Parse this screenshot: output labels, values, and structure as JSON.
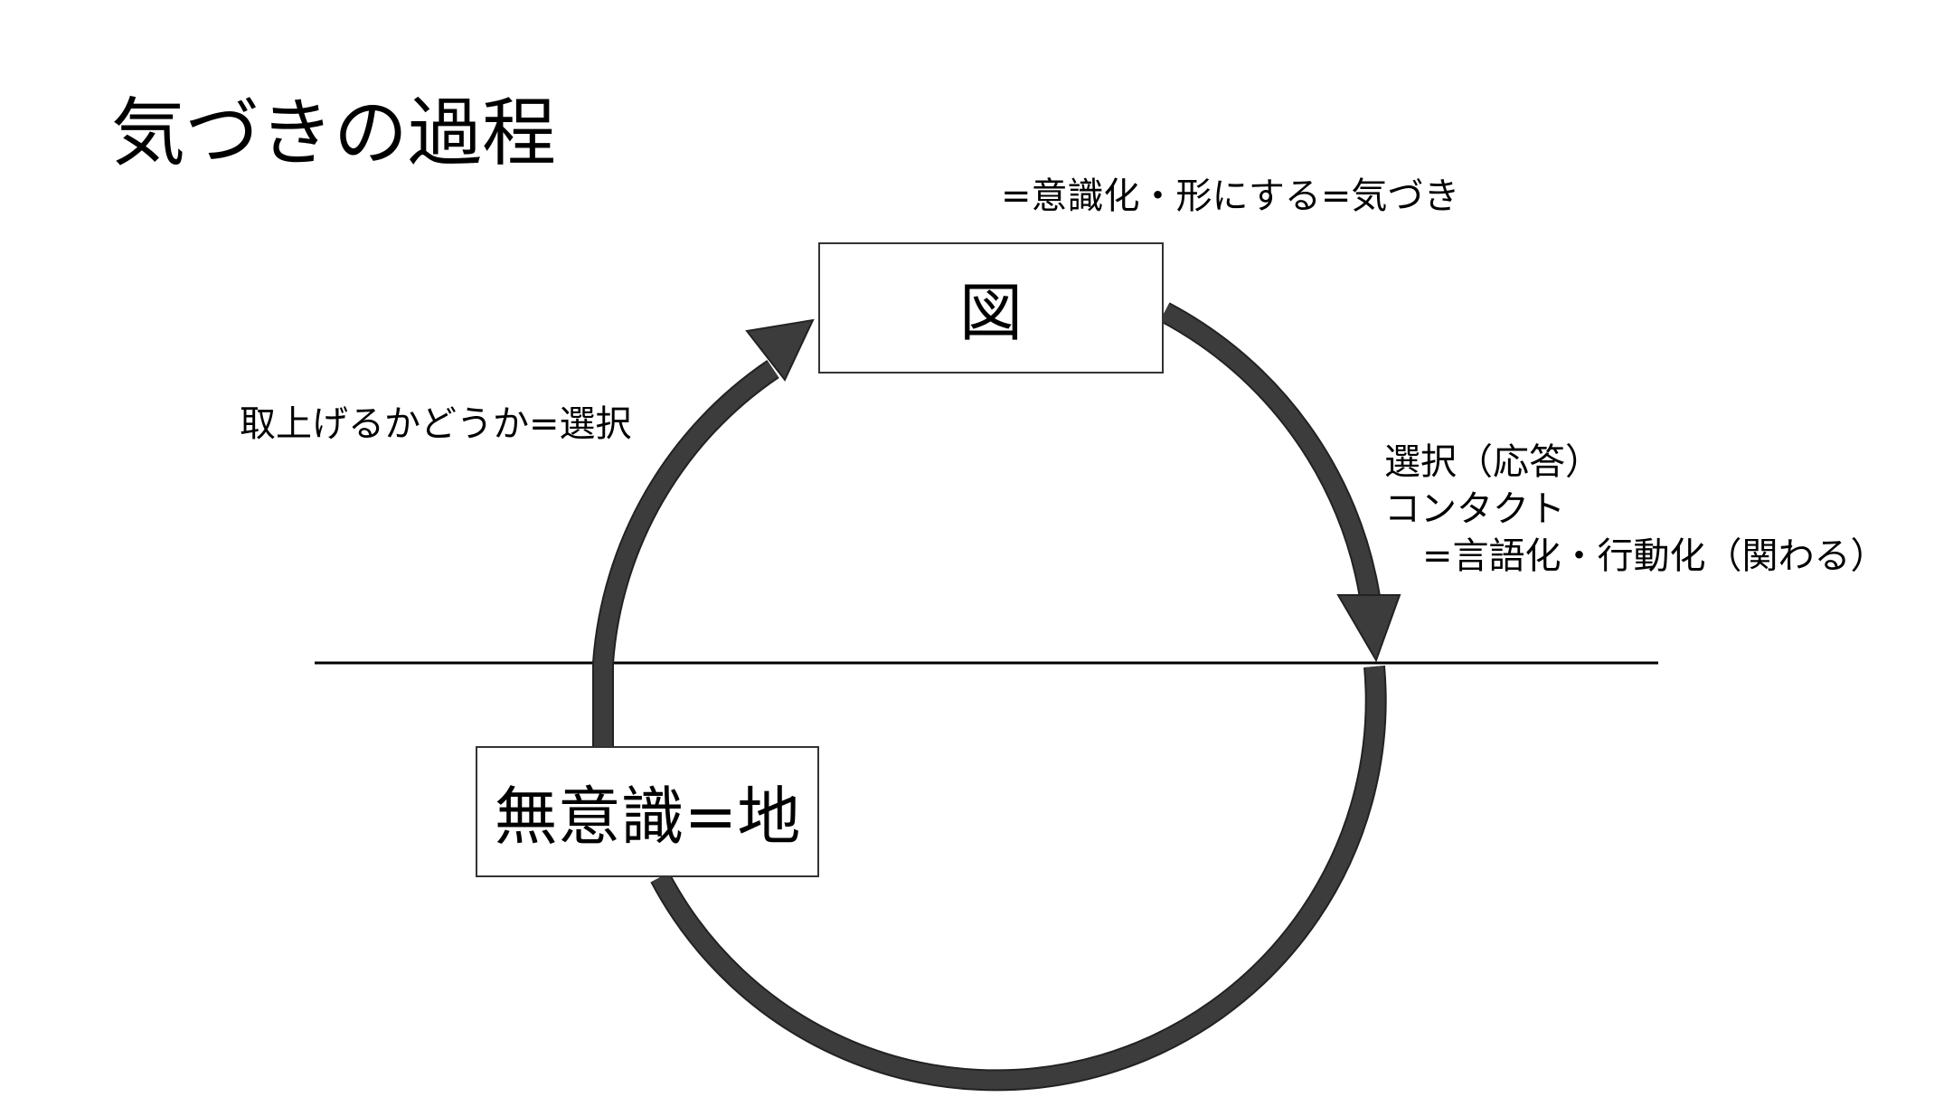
{
  "title": "気づきの過程",
  "figure_box": {
    "label": "図"
  },
  "ground_box": {
    "label": "無意識=地"
  },
  "annotations": {
    "top": "=意識化・形にする=気づき",
    "left": "取上げるかどうか=選択",
    "right": {
      "line1": "選択（応答）",
      "line2": "コンタクト",
      "line3": "=言語化・行動化（関わる）"
    }
  },
  "colors": {
    "arc": "#3c3c3c",
    "line": "#000000",
    "box_border": "#333333"
  }
}
